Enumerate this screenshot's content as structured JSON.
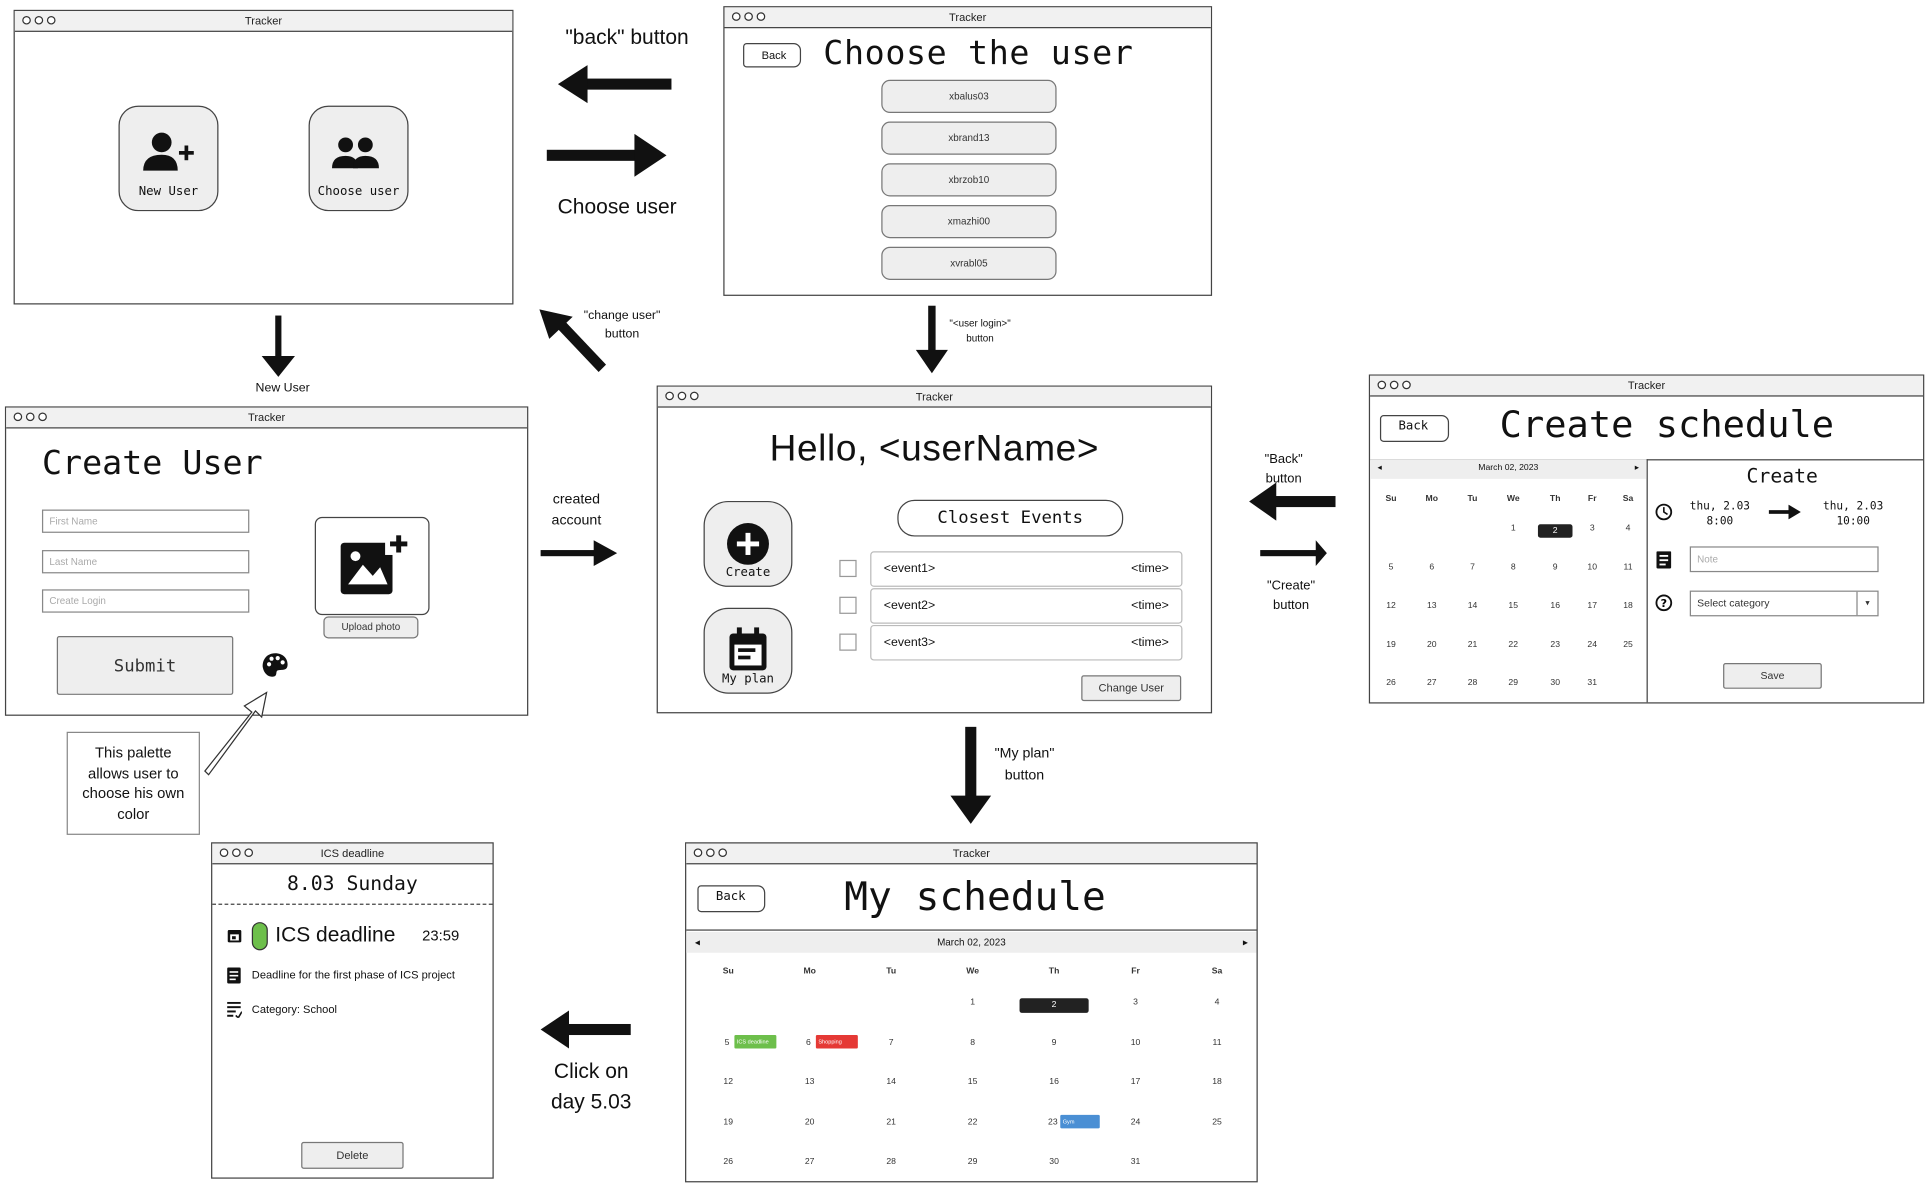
{
  "window_title": "Tracker",
  "start": {
    "new_user": "New User",
    "choose_user": "Choose user"
  },
  "choose": {
    "back": "Back",
    "title": "Choose the user",
    "users": [
      "xbalus03",
      "xbrand13",
      "xbrzob10",
      "xmazhi00",
      "xvrabl05"
    ]
  },
  "create_user": {
    "title": "Create User",
    "first_name": "First Name",
    "last_name": "Last Name",
    "login": "Create Login",
    "upload": "Upload photo",
    "submit": "Submit"
  },
  "hello": {
    "title": "Hello, <userName>",
    "create": "Create",
    "my_plan": "My plan",
    "closest": "Closest Events",
    "events": [
      {
        "name": "<event1>",
        "time": "<time>"
      },
      {
        "name": "<event2>",
        "time": "<time>"
      },
      {
        "name": "<event3>",
        "time": "<time>"
      }
    ],
    "change_user": "Change User"
  },
  "create_schedule": {
    "back": "Back",
    "title": "Create schedule",
    "month": "March 02, 2023",
    "days": [
      "Su",
      "Mo",
      "Tu",
      "We",
      "Th",
      "Fr",
      "Sa"
    ],
    "dates": [
      "1",
      "2",
      "3",
      "4",
      "5",
      "6",
      "7",
      "8",
      "9",
      "10",
      "11",
      "12",
      "13",
      "14",
      "15",
      "16",
      "17",
      "18",
      "19",
      "20",
      "21",
      "22",
      "23",
      "24",
      "25",
      "26",
      "27",
      "28",
      "29",
      "30",
      "31"
    ],
    "create": "Create",
    "from": "thu, 2.03",
    "from_time": "8:00",
    "to": "thu, 2.03",
    "to_time": "10:00",
    "note": "Note",
    "category": "Select category",
    "save": "Save"
  },
  "my_schedule": {
    "back": "Back",
    "title": "My schedule",
    "month": "March 02, 2023",
    "events": [
      {
        "day": "5",
        "label": "ICS deadline",
        "color": "#6dbf4b"
      },
      {
        "day": "6",
        "label": "Shopping",
        "color": "#e53935"
      },
      {
        "day": "23",
        "label": "Gym",
        "color": "#4a8fd4"
      }
    ]
  },
  "ics": {
    "window": "ICS deadline",
    "date": "8.03 Sunday",
    "name": "ICS deadline",
    "time": "23:59",
    "desc": "Deadline for the first phase of ICS project",
    "category": "Category: School",
    "delete": "Delete"
  },
  "annotations": {
    "back_button": "\"back\" button",
    "choose_user": "Choose user",
    "change_user": "\"change user\"",
    "change_user2": "button",
    "user_login": "\"<user login>\"",
    "user_login2": "button",
    "new_user": "New User",
    "created": "created",
    "created2": "account",
    "back2": "\"Back\"",
    "back2b": "button",
    "create2": "\"Create\"",
    "create2b": "button",
    "my_plan": "\"My plan\"",
    "my_plan2": "button",
    "palette": "This palette allows user to choose his own color",
    "click": "Click on",
    "click2": "day 5.03"
  }
}
